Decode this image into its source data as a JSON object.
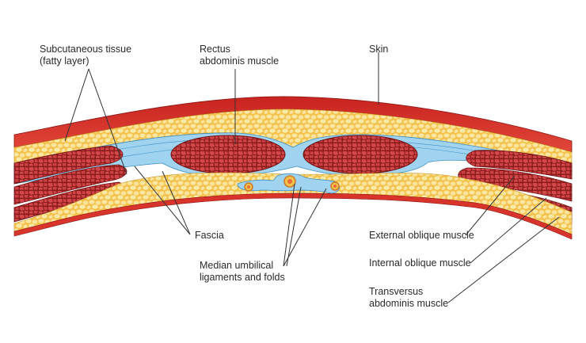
{
  "labels": {
    "subcutaneous_line1": "Subcutaneous tissue",
    "subcutaneous_line2": "(fatty layer)",
    "rectus_line1": "Rectus",
    "rectus_line2": "abdominis muscle",
    "skin": "Skin",
    "fascia": "Fascia",
    "median_line1": "Median umbilical",
    "median_line2": "ligaments and folds",
    "external_oblique": "External oblique muscle",
    "internal_oblique": "Internal oblique muscle",
    "transversus_line1": "Transversus",
    "transversus_line2": "abdominis muscle"
  },
  "colors": {
    "skin": "#d8342c",
    "fat": "#f5c84a",
    "fat_cell": "#fbe9a0",
    "fascia": "#7fc4e8",
    "muscle": "#c93a37",
    "muscle_cell": "#e0645c",
    "leader_line": "#333333"
  }
}
